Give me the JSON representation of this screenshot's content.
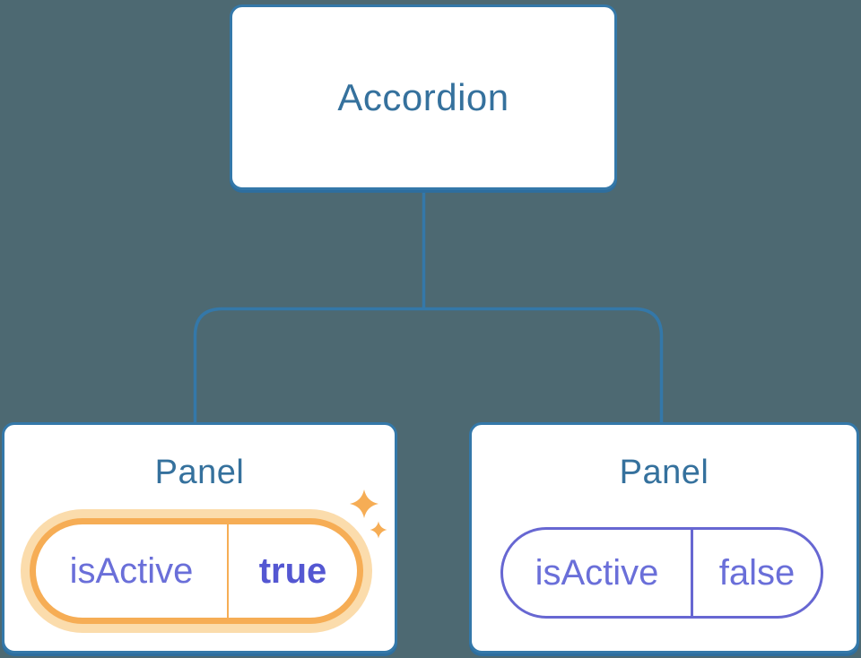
{
  "diagram": {
    "type": "component-tree",
    "root": {
      "label": "Accordion"
    },
    "children": [
      {
        "label": "Panel",
        "state": {
          "key": "isActive",
          "value": "true"
        },
        "highlighted": true,
        "decoration": "sparkles-icon"
      },
      {
        "label": "Panel",
        "state": {
          "key": "isActive",
          "value": "false"
        },
        "highlighted": false
      }
    ]
  },
  "palette": {
    "background": "#4D6972",
    "node_border_blue": "#3478A9",
    "node_shadow_blue": "#2E6E9E",
    "heading_blue": "#35719D",
    "highlight_orange": "#F6AD55",
    "highlight_glow": "#FBDCAC",
    "state_purple_text": "#6A6FD9",
    "state_purple_border": "#6767D2",
    "state_value_bold_purple": "#5457D2",
    "card_background": "#FFFFFF"
  }
}
